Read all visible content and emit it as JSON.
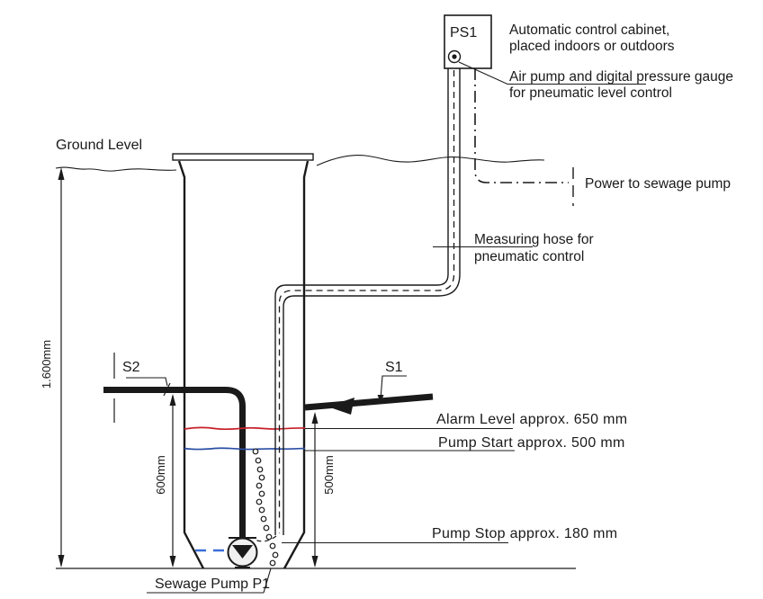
{
  "colors": {
    "line": "#1a1a1a",
    "alarm_red": "#c8202a",
    "start_blue": "#2b4fa5",
    "stop_blue": "#3a6fd8"
  },
  "cabinet": {
    "id": "PS1",
    "desc_line1": "Automatic control cabinet,",
    "desc_line2": "placed indoors or outdoors",
    "air_line1": "Air pump and digital pressure gauge",
    "air_line2": "for pneumatic level control"
  },
  "power_label": "Power to sewage pump",
  "ground_label": "Ground Level",
  "hose": {
    "line1": "Measuring hose for",
    "line2": "pneumatic control"
  },
  "pipes": {
    "inlet": "S1",
    "discharge": "S2"
  },
  "levels": {
    "alarm": "Alarm Level approx. 650 mm",
    "start": "Pump Start approx. 500 mm",
    "stop": "Pump Stop approx. 180 mm"
  },
  "pump_label": "Sewage Pump P1",
  "dimensions": {
    "total_depth": "1.600mm",
    "discharge_height": "600mm",
    "inlet_height": "500mm"
  }
}
